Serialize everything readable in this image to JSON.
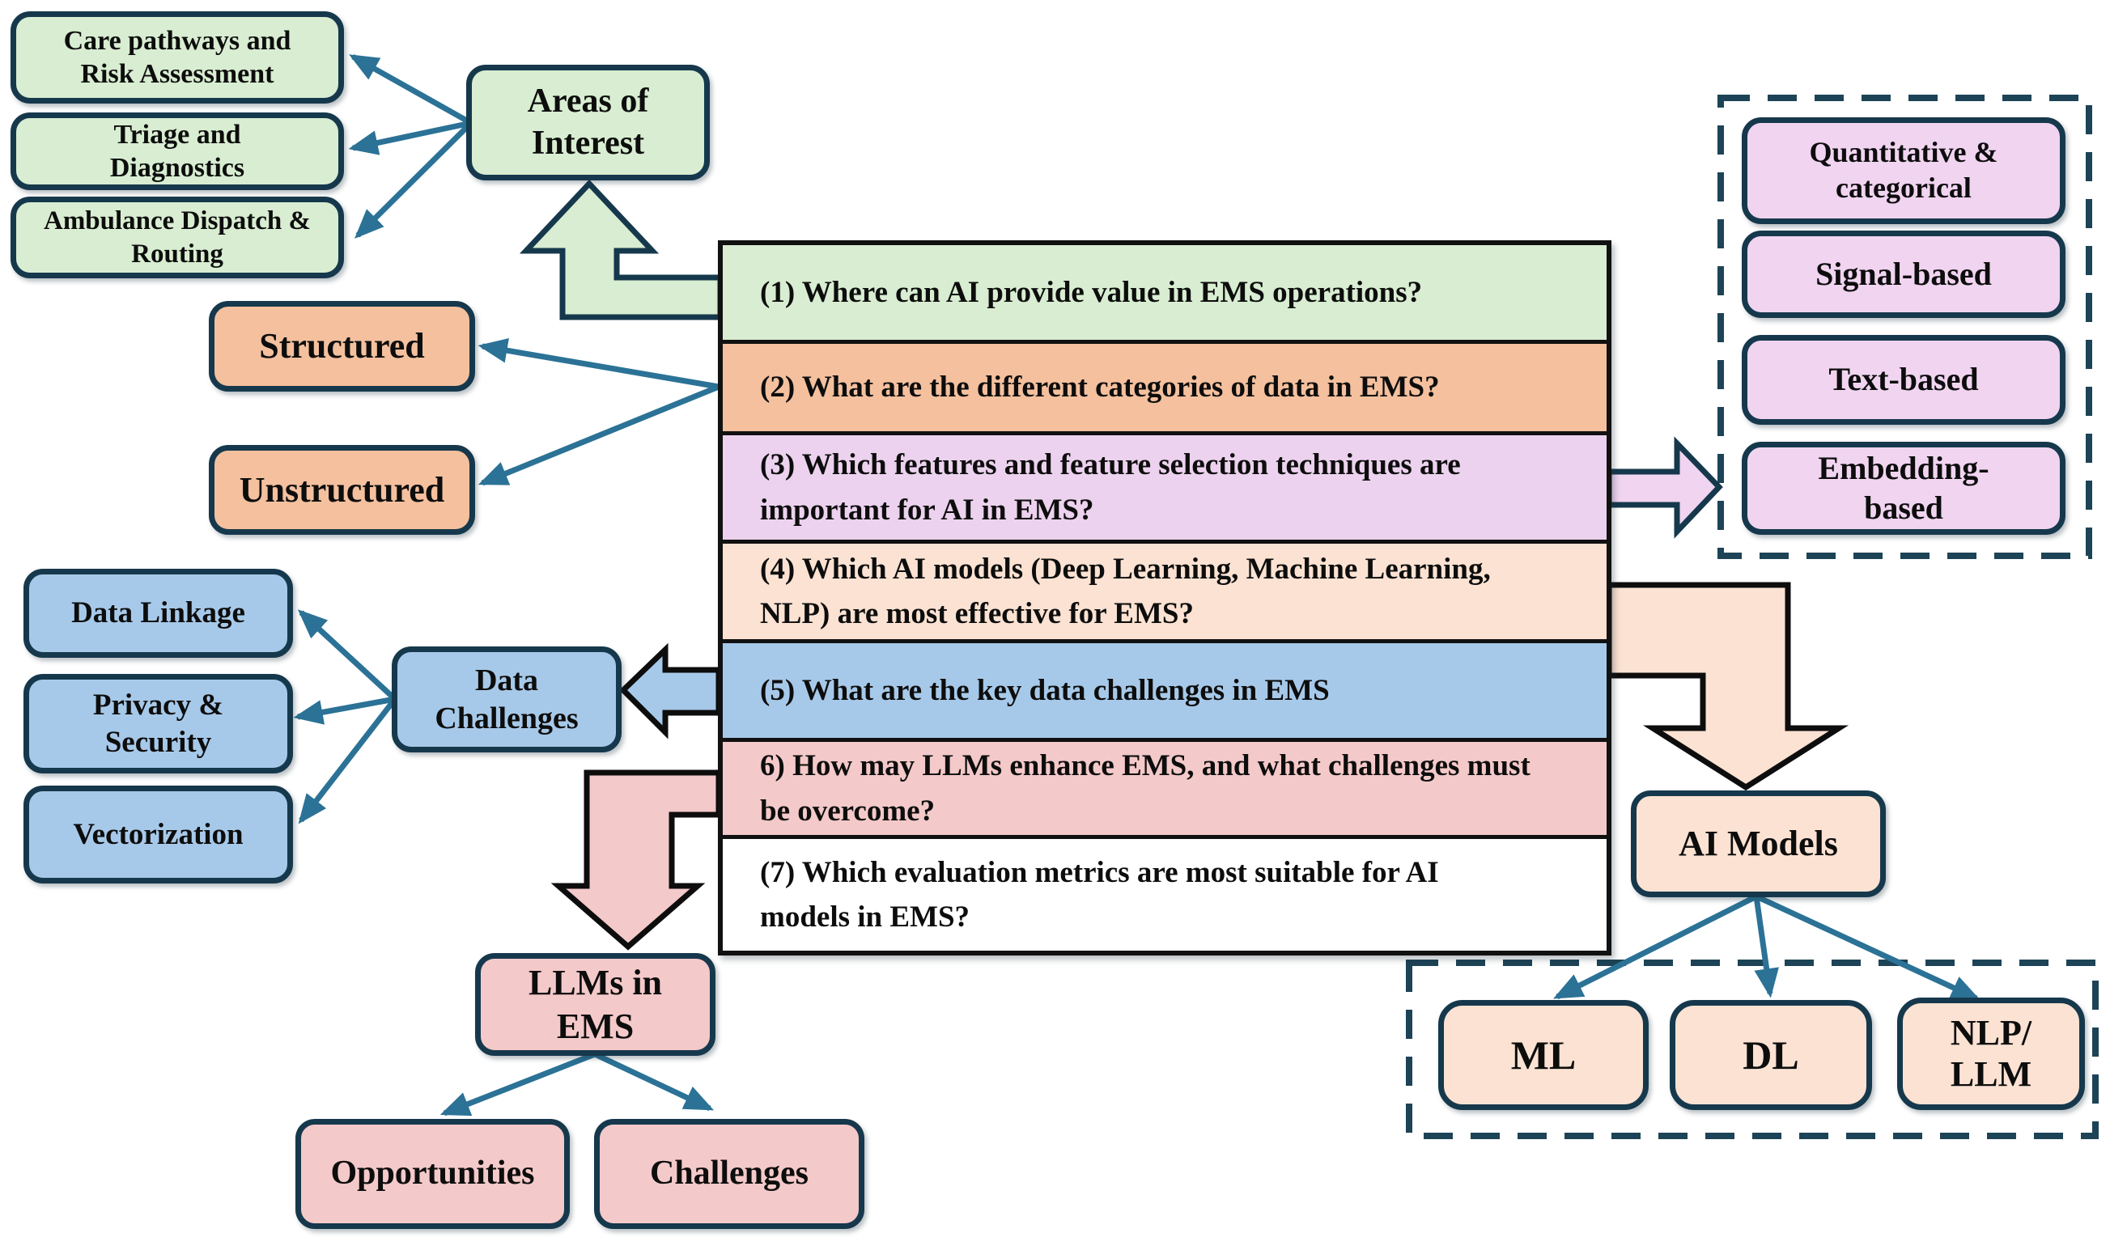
{
  "palette": {
    "green": "#d8edd1",
    "orange": "#f4c09e",
    "purple_box": "#f0d4f0",
    "purple_row": "#ecd2ee",
    "peach": "#fbe2d2",
    "blue": "#a7c9e9",
    "pink": "#f4c9c9",
    "white_row": "#ffffff",
    "box_border": "#16384c",
    "black_border": "#0d0d0d",
    "connector_teal": "#2b7296",
    "dashed_border": "#1d4356"
  },
  "questions": [
    "(1) Where can AI provide value in EMS operations?",
    "(2) What are the different categories of data in EMS?",
    "(3) Which features and feature selection techniques are\nimportant for AI in EMS?",
    "(4) Which AI models (Deep Learning, Machine Learning,\nNLP) are most effective for EMS?",
    "(5) What are the key data challenges in EMS",
    "6) How may LLMs enhance EMS, and what challenges must\nbe overcome?",
    "(7) Which evaluation metrics are most suitable for AI\nmodels in EMS?"
  ],
  "areas_of_interest": {
    "hub": "Areas of\nInterest",
    "items": [
      "Care pathways and\nRisk Assessment",
      "Triage and\nDiagnostics",
      "Ambulance Dispatch &\nRouting"
    ]
  },
  "data_categories": {
    "items": [
      "Structured",
      "Unstructured"
    ]
  },
  "feature_types": {
    "items": [
      "Quantitative &\ncategorical",
      "Signal-based",
      "Text-based",
      "Embedding-\nbased"
    ]
  },
  "data_challenges": {
    "hub": "Data\nChallenges",
    "items": [
      "Data Linkage",
      "Privacy &\nSecurity",
      "Vectorization"
    ]
  },
  "ai_models": {
    "hub": "AI Models",
    "items": [
      "ML",
      "DL",
      "NLP/\nLLM"
    ]
  },
  "llms_in_ems": {
    "hub": "LLMs  in\nEMS",
    "items": [
      "Opportunities",
      "Challenges"
    ]
  }
}
